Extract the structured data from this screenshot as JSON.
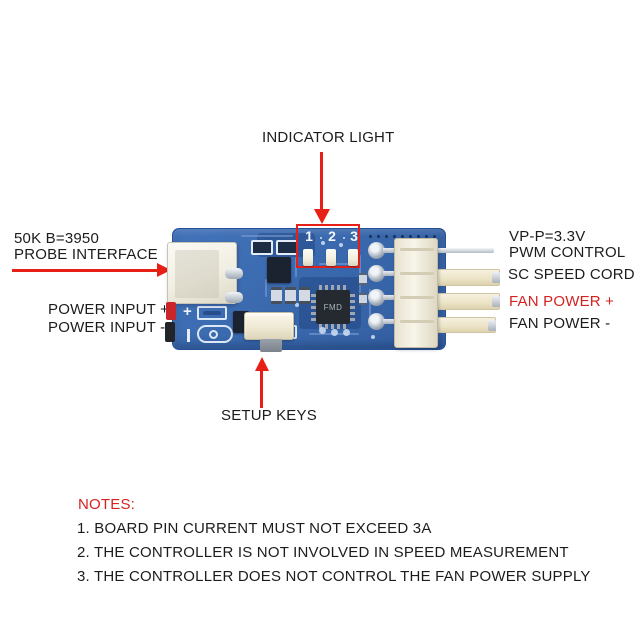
{
  "colors": {
    "background": "#ffffff",
    "annotation_red": "#e62017",
    "red_text": "#d32321",
    "text_black": "#1c1c1c",
    "pcb_blue": "#3a69ae",
    "pcb_trace": "#7fa4d8",
    "chip_dark": "#252a30"
  },
  "callouts": {
    "indicator_light": "INDICATOR LIGHT",
    "probe_line1": "50K B=3950",
    "probe_line2": "PROBE INTERFACE",
    "power_input_plus": "POWER INPUT +",
    "power_input_minus": "POWER INPUT -",
    "vpp": "VP-P=3.3V",
    "pwm_control": "PWM CONTROL",
    "sc_speed_cord": "SC SPEED CORD",
    "fan_power_plus": "FAN POWER +",
    "fan_power_minus": "FAN POWER -",
    "setup_keys": "SETUP KEYS"
  },
  "board": {
    "led_numbers": [
      "1",
      "2",
      "3"
    ],
    "chip_marking": "FMD",
    "polarity_plus": "+"
  },
  "notes": {
    "title": "NOTES:",
    "items": [
      "1. BOARD PIN CURRENT MUST NOT EXCEED 3A",
      "2. THE CONTROLLER IS NOT INVOLVED IN SPEED MEASUREMENT",
      "3. THE CONTROLLER DOES NOT CONTROL THE FAN POWER SUPPLY"
    ]
  }
}
